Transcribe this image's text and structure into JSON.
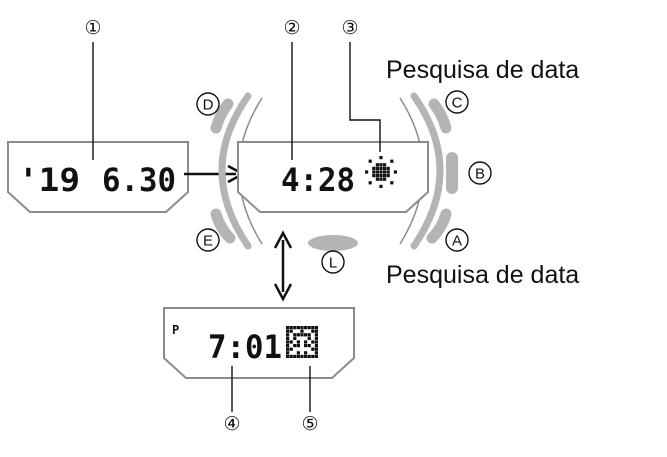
{
  "colors": {
    "outline": "#8c8c8c",
    "case_gray": "#b4b4b4",
    "ink": "#111111",
    "light_gray": "#c8c8c8"
  },
  "callouts": {
    "c1": "①",
    "c2": "②",
    "c3": "③",
    "c4": "④",
    "c5": "⑤"
  },
  "buttons": {
    "a": "A",
    "b": "B",
    "c": "C",
    "d": "D",
    "e": "E",
    "l": "L"
  },
  "captions": {
    "top": "Pesquisa de data",
    "bottom": "Pesquisa de data"
  },
  "screens": {
    "date": {
      "year": "'19",
      "date": "6.30"
    },
    "sunrise": {
      "time": "4:28",
      "icon": "sun-icon"
    },
    "sunset": {
      "indicator": "P",
      "time": "7:01",
      "icon": "sunset-icon"
    }
  }
}
